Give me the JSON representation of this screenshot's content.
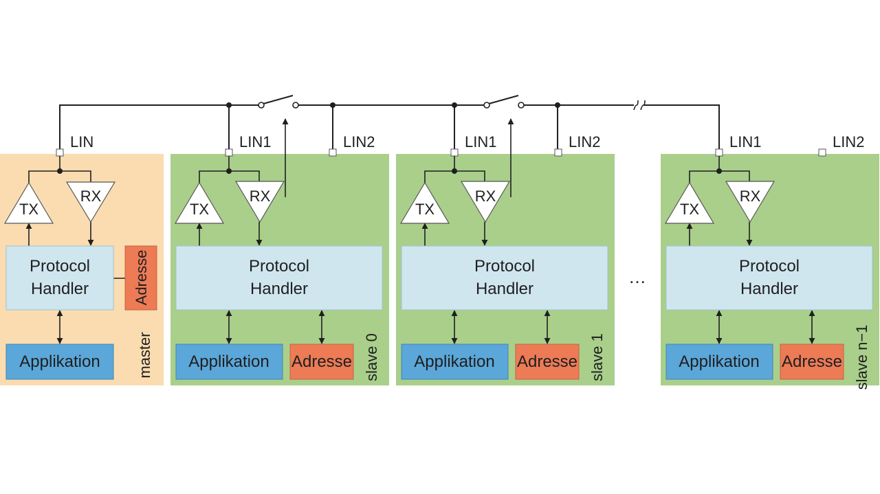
{
  "colors": {
    "master_bg": "#fadcb0",
    "slave_bg": "#a9cf8b",
    "protocol_handler": "#cfe6ef",
    "applikation": "#5ba7d9",
    "adresse": "#ec7b56",
    "line": "#1f1f1f"
  },
  "master": {
    "pin_label": "LIN",
    "tx_label": "TX",
    "rx_label": "RX",
    "handler_line1": "Protocol",
    "handler_line2": "Handler",
    "adresse_label": "Adresse",
    "applikation_label": "Applikation",
    "node_label": "master"
  },
  "slaves": [
    {
      "pin1_label": "LIN1",
      "pin2_label": "LIN2",
      "tx_label": "TX",
      "rx_label": "RX",
      "handler_line1": "Protocol",
      "handler_line2": "Handler",
      "applikation_label": "Applikation",
      "adresse_label": "Adresse",
      "node_label": "slave 0"
    },
    {
      "pin1_label": "LIN1",
      "pin2_label": "LIN2",
      "tx_label": "TX",
      "rx_label": "RX",
      "handler_line1": "Protocol",
      "handler_line2": "Handler",
      "applikation_label": "Applikation",
      "adresse_label": "Adresse",
      "node_label": "slave 1"
    },
    {
      "pin1_label": "LIN1",
      "pin2_label": "LIN2",
      "tx_label": "TX",
      "rx_label": "RX",
      "handler_line1": "Protocol",
      "handler_line2": "Handler",
      "applikation_label": "Applikation",
      "adresse_label": "Adresse",
      "node_label": "slave n−1"
    }
  ],
  "ellipsis": "…"
}
